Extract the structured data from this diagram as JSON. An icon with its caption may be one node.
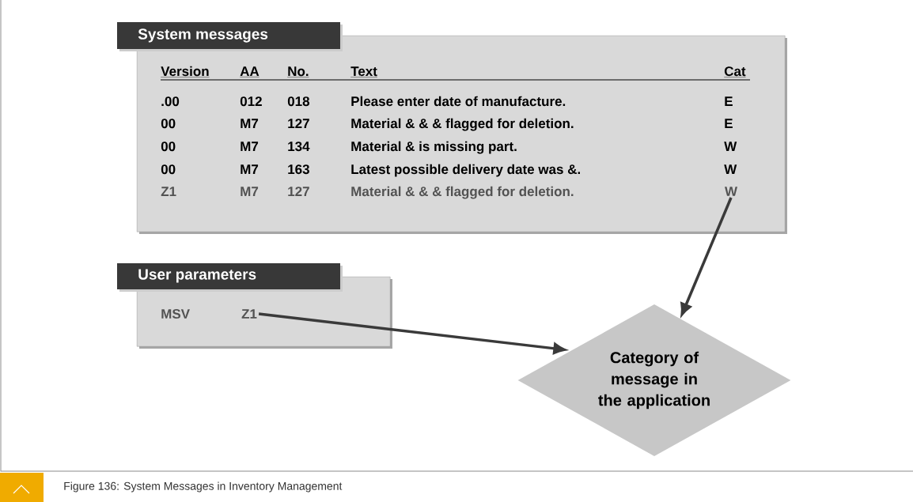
{
  "diagram": {
    "caption": "Figure 136: System Messages in Inventory Management",
    "nodes": [
      {
        "text": [
          "System messages"
        ]
      },
      {
        "text": [
          "W"
        ],
        "in": 0
      },
      {
        "text": [
          "User parameters"
        ]
      },
      {
        "text": [
          "Z1"
        ],
        "in": 2
      },
      {
        "text": [
          "Category of message in the application"
        ]
      }
    ],
    "edges": [
      {
        "from": 1,
        "to": 4,
        "arrow": "to"
      },
      {
        "from": 3,
        "to": 4,
        "arrow": "to"
      }
    ],
    "labels": [
      "Version",
      "AA",
      "No.",
      "Text",
      "Cat",
      ".00",
      "012",
      "018",
      "Please enter date of manufacture.",
      "E",
      "00",
      "M7",
      "127",
      "Material & & & flagged for deletion.",
      "E",
      "00",
      "M7",
      "134",
      "Material & is missing part.",
      "W",
      "00",
      "M7",
      "163",
      "Latest possible delivery date was &.",
      "W",
      "Z1",
      "M7",
      "127",
      "Material & & & flagged for deletion.",
      "MSV"
    ]
  }
}
